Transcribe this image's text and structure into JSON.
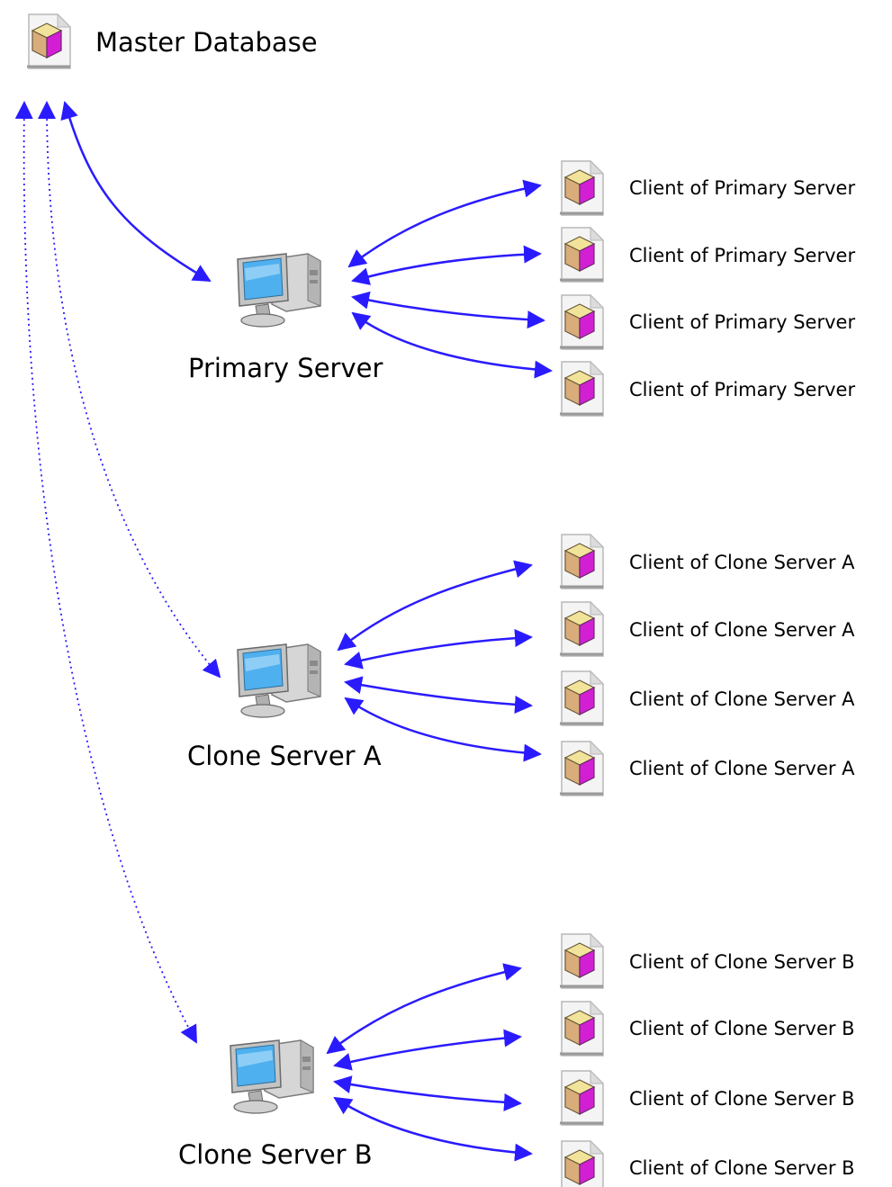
{
  "master": {
    "label": "Master Database"
  },
  "servers": [
    {
      "label": "Primary Server",
      "link_style": "solid",
      "clients": [
        "Client of Primary Server",
        "Client of Primary Server",
        "Client of Primary Server",
        "Client of Primary Server"
      ]
    },
    {
      "label": "Clone Server A",
      "link_style": "dotted",
      "clients": [
        "Client of Clone Server A",
        "Client of Clone Server A",
        "Client of Clone Server A",
        "Client of Clone Server A"
      ]
    },
    {
      "label": "Clone Server B",
      "link_style": "dotted",
      "clients": [
        "Client of Clone Server B",
        "Client of Clone Server B",
        "Client of Clone Server B",
        "Client of Clone Server B"
      ]
    }
  ],
  "colors": {
    "arrow": "#2a1bff",
    "cube_top": "#f2e39a",
    "cube_left": "#d9ad7a",
    "cube_right": "#d21fd4",
    "monitor_screen": "#4fb0ef"
  }
}
